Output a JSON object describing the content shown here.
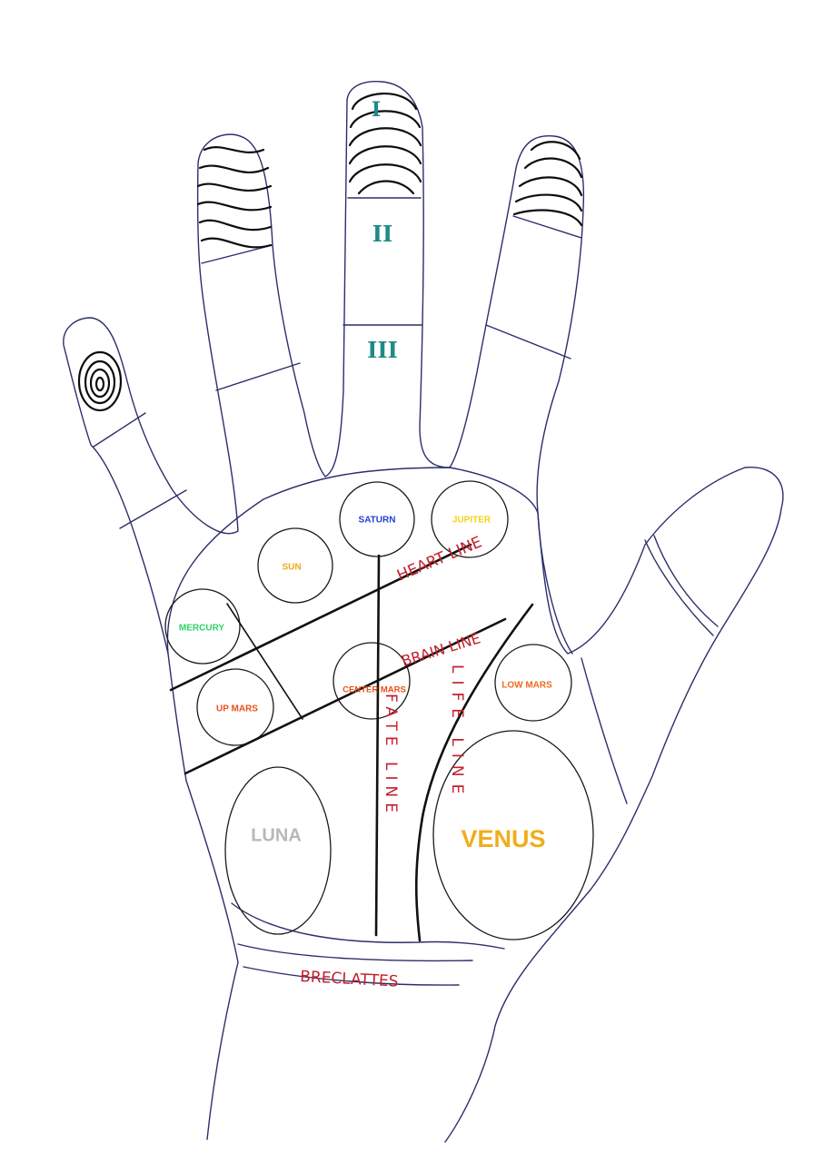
{
  "phalanx_marks": [
    "I",
    "II",
    "III"
  ],
  "mounts": {
    "saturn": {
      "label": "SATURN",
      "color": "#1f3fd6"
    },
    "jupiter": {
      "label": "JUPITER",
      "color": "#f2d21b"
    },
    "sun": {
      "label": "SUN",
      "color": "#f2a91b"
    },
    "mercury": {
      "label": "MERCURY",
      "color": "#2fd36e"
    },
    "up_mars": {
      "label": "UP MARS",
      "color": "#e8501c"
    },
    "center_mars": {
      "label": "CENTER MARS",
      "color": "#e8501c"
    },
    "low_mars": {
      "label": "LOW MARS",
      "color": "#ee6a1c"
    },
    "luna": {
      "label": "LUNA",
      "color": "#b8b8b8"
    },
    "venus": {
      "label": "VENUS",
      "color": "#f0ad1c"
    }
  },
  "lines": {
    "heart": "HEART LINE",
    "brain": "BRAIN LINE",
    "fate": "FATE LINE",
    "life": "LIFE LINE",
    "bracelets": "BRECLATTES"
  }
}
